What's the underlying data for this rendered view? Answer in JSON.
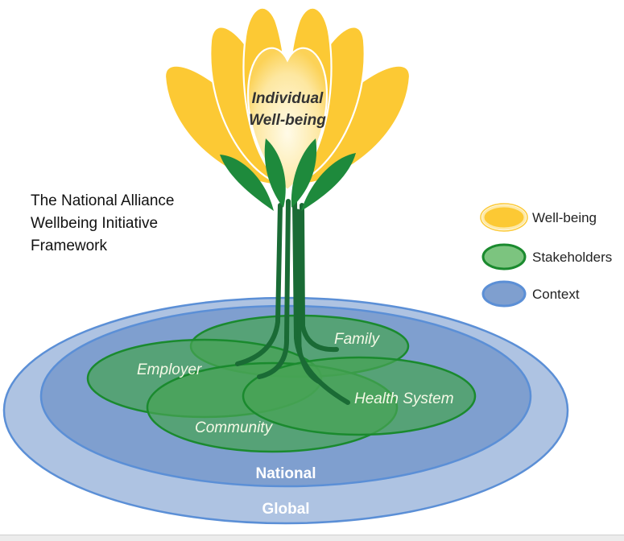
{
  "title_lines": [
    "The National Alliance",
    "Wellbeing Initiative",
    "Framework"
  ],
  "flower_label": [
    "Individual",
    "Well-being"
  ],
  "stakeholders": [
    "Family",
    "Employer",
    "Health System",
    "Community"
  ],
  "context_rings": [
    "National",
    "Global"
  ],
  "legend": [
    {
      "label": "Well-being",
      "color": "#fcc934"
    },
    {
      "label": "Stakeholders",
      "color": "#7cc47f"
    },
    {
      "label": "Context",
      "color": "#7f9fcf"
    }
  ],
  "colors": {
    "petal": "#fcc934",
    "petal_inner": "#fde9a8",
    "leaf": "#1e8a3c",
    "stem": "#1a6b35",
    "stakeholder_fill": "#46a455",
    "stakeholder_stroke": "#1a8a2e",
    "context_outer": "#aec3e2",
    "context_inner": "#7f9fcf",
    "context_stroke": "#5b8fd6"
  }
}
